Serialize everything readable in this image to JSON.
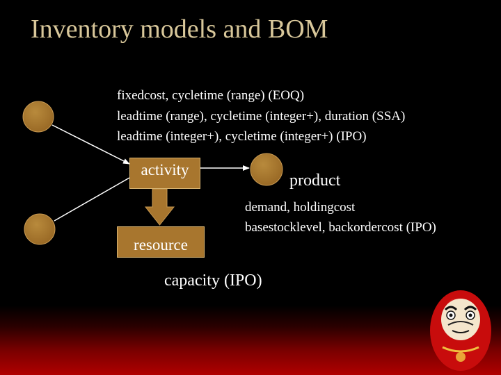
{
  "slide": {
    "title": "Inventory models and BOM"
  },
  "attributes": {
    "line1": "fixedcost, cycletime (range) (EOQ)",
    "line2": "leadtime (range), cycletime (integer+), duration (SSA)",
    "line3": "leadtime (integer+), cycletime (integer+)  (IPO)"
  },
  "nodes": {
    "activity": "activity",
    "resource": "resource",
    "product": "product"
  },
  "product_attributes": {
    "line1": "demand, holdingcost",
    "line2": "basestocklevel, backordercost (IPO)"
  },
  "resource_attributes": {
    "line1": "capacity (IPO)"
  },
  "colors": {
    "title": "#d8c79a",
    "node_fill": "#a8762e",
    "background": "#000000",
    "floor": "#b00000"
  }
}
